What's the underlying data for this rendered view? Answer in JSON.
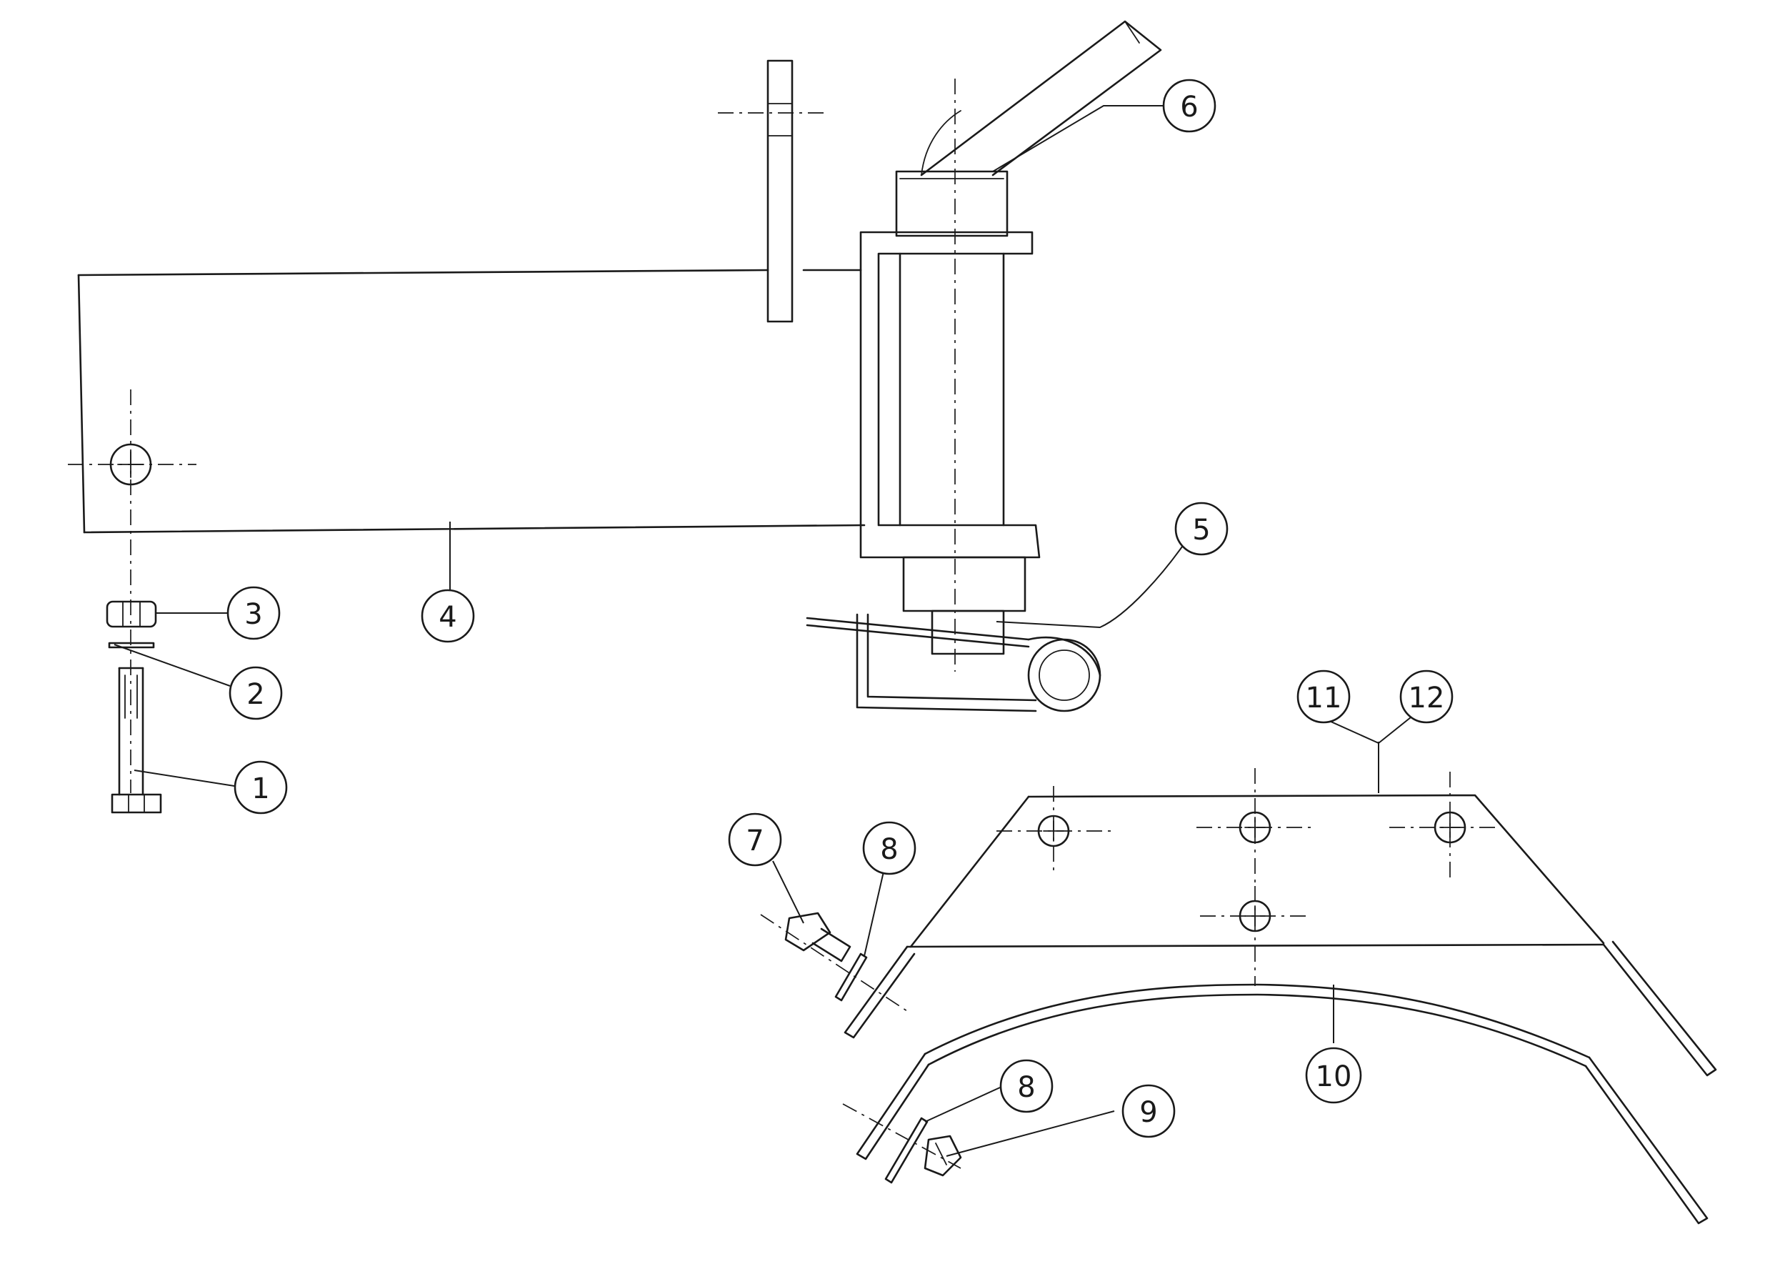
{
  "callouts": [
    {
      "id": "1",
      "label": "1"
    },
    {
      "id": "2",
      "label": "2"
    },
    {
      "id": "3",
      "label": "3"
    },
    {
      "id": "4",
      "label": "4"
    },
    {
      "id": "5",
      "label": "5"
    },
    {
      "id": "6",
      "label": "6"
    },
    {
      "id": "7",
      "label": "7"
    },
    {
      "id": "8a",
      "label": "8"
    },
    {
      "id": "8b",
      "label": "8"
    },
    {
      "id": "9",
      "label": "9"
    },
    {
      "id": "10",
      "label": "10"
    },
    {
      "id": "11",
      "label": "11"
    },
    {
      "id": "12",
      "label": "12"
    }
  ]
}
